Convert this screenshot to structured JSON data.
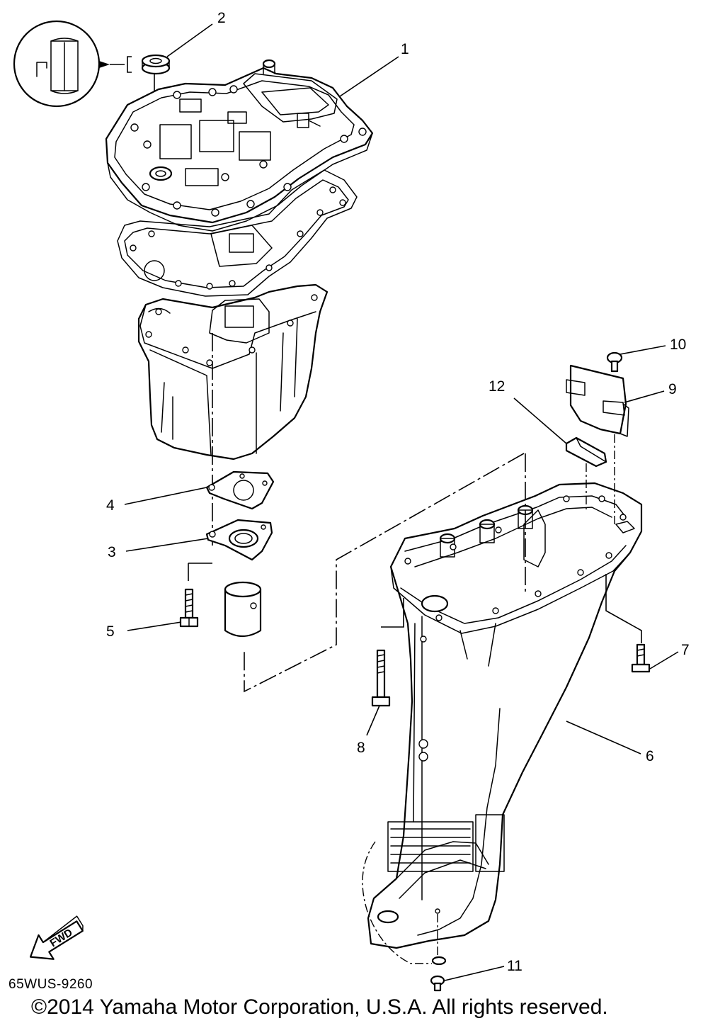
{
  "diagram": {
    "callouts": [
      {
        "id": "1",
        "label": "1"
      },
      {
        "id": "2",
        "label": "2"
      },
      {
        "id": "3",
        "label": "3"
      },
      {
        "id": "4",
        "label": "4"
      },
      {
        "id": "5",
        "label": "5"
      },
      {
        "id": "6",
        "label": "6"
      },
      {
        "id": "7",
        "label": "7"
      },
      {
        "id": "8",
        "label": "8"
      },
      {
        "id": "9",
        "label": "9"
      },
      {
        "id": "10",
        "label": "10"
      },
      {
        "id": "11",
        "label": "11"
      },
      {
        "id": "12",
        "label": "12"
      }
    ],
    "fwd_label": "FWD",
    "code": "65WUS-9260",
    "copyright": "©2014 Yamaha Motor Corporation, U.S.A. All rights reserved."
  }
}
